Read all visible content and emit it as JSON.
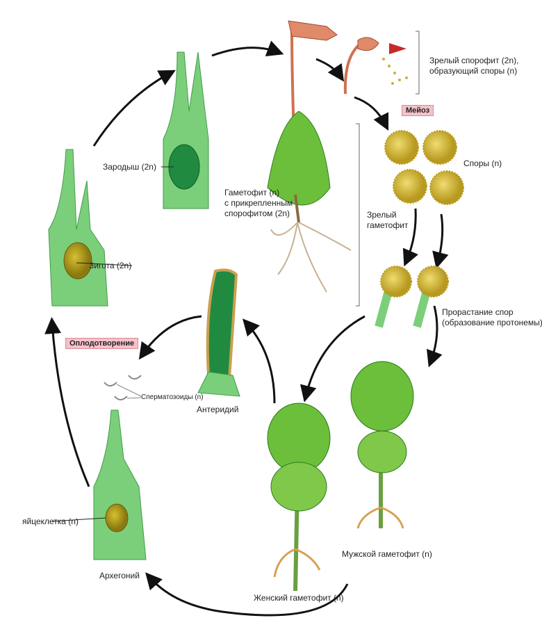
{
  "title": "Жизненный цикл мха",
  "labels": {
    "mature_sporophyte_1": "Зрелый спорофит (2n),",
    "mature_sporophyte_2": "образующий споры (n)",
    "meiosis": "Мейоз",
    "spores": "Споры (n)",
    "mature_gametophyte_1": "Зрелый",
    "mature_gametophyte_2": "гаметофит",
    "gametophyte_1": "Гаметофит (n)",
    "gametophyte_2": "с прикрепленным",
    "gametophyte_3": "спорофитом (2n)",
    "embryo": "Зародыш (2n)",
    "zygote": "Зигота (2n)",
    "germination_1": "Прорастание спор",
    "germination_2": "(образование протонемы)",
    "fertilization": "Оплодотворение",
    "sperm": "Сперматозоиды (n)",
    "antheridium": "Антеридий",
    "egg": "яйцеклетка (n)",
    "archegonium": "Архегоний",
    "male_gametophyte": "Мужской гаметофит (n)",
    "female_gametophyte": "Женский гаметофит (n)"
  },
  "colors": {
    "cell": "#7ccf7a",
    "cell_stroke": "#3f9a4a",
    "spore": "#d8c04a",
    "sporophyte": "#e08a6a",
    "tag": "#f4c2c8"
  }
}
